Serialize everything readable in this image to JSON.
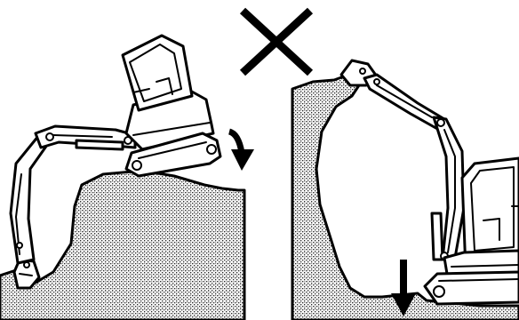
{
  "figure": {
    "prohibited_mark": "cross-mark",
    "colors": {
      "ink": "#000000",
      "paper": "#ffffff",
      "soil": "#9a9a9a"
    },
    "panels": [
      {
        "name": "excavator-on-slope-edge",
        "arrow": "down-arrow"
      },
      {
        "name": "excavator-at-cliff-base",
        "arrow": "down-arrow"
      }
    ]
  }
}
